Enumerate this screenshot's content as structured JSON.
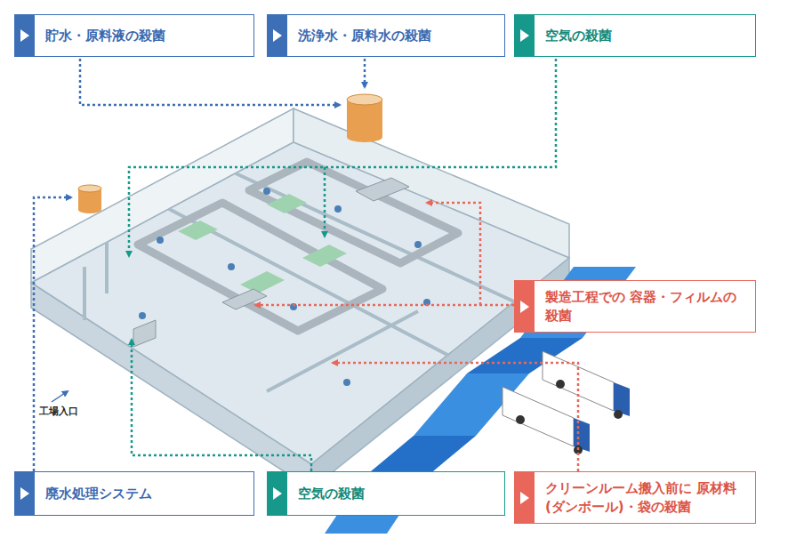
{
  "diagram": {
    "nodes": [
      {
        "text": [
          "貯水・原料液の殺菌"
        ]
      },
      {
        "text": [
          "洗浄水・原料水の殺菌"
        ]
      },
      {
        "text": [
          "空気の殺菌"
        ]
      },
      {
        "text": [
          "製造工程での 容器・フィルムの殺菌"
        ]
      },
      {
        "text": [
          "廃水処理システム"
        ]
      },
      {
        "text": [
          "空気の殺菌"
        ]
      },
      {
        "text": [
          "クリーンルーム搬入前に 原材料(ダンボール)・袋の殺菌"
        ]
      }
    ],
    "labels": [
      "工場入口"
    ]
  }
}
